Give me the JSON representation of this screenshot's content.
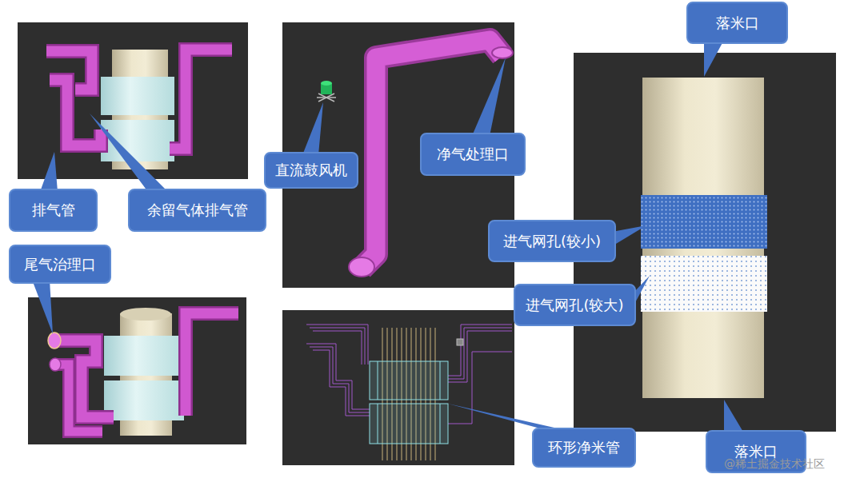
{
  "diagram": {
    "nodes": [
      {
        "text": [
          "落米口"
        ]
      },
      {
        "text": [
          "排气管"
        ]
      },
      {
        "text": [
          "余留气体排气管"
        ]
      },
      {
        "text": [
          "直流鼓风机"
        ]
      },
      {
        "text": [
          "净气处理口"
        ]
      },
      {
        "text": [
          "进气网孔(较小)"
        ]
      },
      {
        "text": [
          "尾气治理口"
        ]
      },
      {
        "text": [
          "进气网孔(较大)"
        ]
      },
      {
        "text": [
          "环形净米管"
        ]
      },
      {
        "text": [
          "落米口"
        ]
      }
    ],
    "labels": [
      "@稀土掘金技术社区"
    ]
  }
}
